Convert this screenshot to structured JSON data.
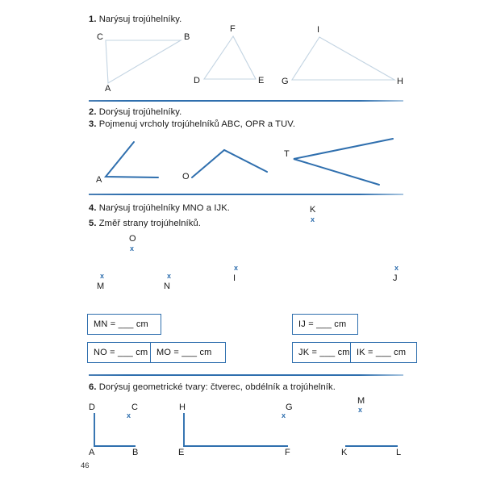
{
  "page": {
    "number": "46",
    "accent_color": "#2f6fae",
    "faint_color": "#c3d4e2"
  },
  "exercises": [
    {
      "num": "1.",
      "text": "Narýsuj trojúhelníky."
    },
    {
      "num": "2.",
      "text": "Dorýsuj trojúhelníky."
    },
    {
      "num": "3.",
      "text": "Pojmenuj vrcholy trojúhelníků ABC, OPR a TUV."
    },
    {
      "num": "4.",
      "text": "Narýsuj trojúhelníky MNO a IJK."
    },
    {
      "num": "5.",
      "text": "Změř strany trojúhelníků."
    },
    {
      "num": "6.",
      "text": "Dorýsuj geometrické tvary: čtverec, obdélník a trojúhelník."
    }
  ],
  "section1": {
    "triangles": [
      {
        "name": "triangle-abc",
        "vertices": [
          "C",
          "B",
          "A"
        ]
      },
      {
        "name": "triangle-def",
        "vertices": [
          "F",
          "D",
          "E"
        ]
      },
      {
        "name": "triangle-ghi",
        "vertices": [
          "I",
          "G",
          "H"
        ]
      }
    ],
    "labels": {
      "C": "C",
      "B": "B",
      "A": "A",
      "F": "F",
      "D": "D",
      "E": "E",
      "I": "I",
      "G": "G",
      "H": "H"
    }
  },
  "section3": {
    "angles": [
      {
        "name": "angle-a",
        "vertex_label": "A"
      },
      {
        "name": "angle-o",
        "vertex_label": "O"
      },
      {
        "name": "angle-t",
        "vertex_label": "T"
      }
    ]
  },
  "section45": {
    "points": [
      {
        "label": "K",
        "mark": "x",
        "mark_position": "below"
      },
      {
        "label": "O",
        "mark": "x",
        "mark_position": "below"
      },
      {
        "label": "M",
        "mark": "x",
        "mark_position": "above"
      },
      {
        "label": "N",
        "mark": "x",
        "mark_position": "above"
      },
      {
        "label": "I",
        "mark": "x",
        "mark_position": "above"
      },
      {
        "label": "J",
        "mark": "x",
        "mark_position": "above"
      }
    ],
    "measure_boxes": [
      {
        "name": "box-mn",
        "text": "MN = ___ cm"
      },
      {
        "name": "box-no",
        "text": "NO = ___ cm"
      },
      {
        "name": "box-mo",
        "text": "MO = ___ cm"
      },
      {
        "name": "box-ij",
        "text": "IJ = ___ cm"
      },
      {
        "name": "box-jk",
        "text": "JK = ___ cm"
      },
      {
        "name": "box-ik",
        "text": "IK = ___ cm"
      }
    ]
  },
  "section6": {
    "shapes": [
      {
        "name": "shape-square",
        "labels": [
          "D",
          "C",
          "A",
          "B"
        ],
        "marked": "C"
      },
      {
        "name": "shape-rectangle",
        "labels": [
          "H",
          "G",
          "E",
          "F"
        ],
        "marked": "G"
      },
      {
        "name": "shape-triangle",
        "labels": [
          "M",
          "K",
          "L"
        ],
        "marked": "M"
      }
    ],
    "labels": {
      "D": "D",
      "C": "C",
      "A": "A",
      "B": "B",
      "H": "H",
      "G": "G",
      "E": "E",
      "F": "F",
      "M": "M",
      "K": "K",
      "L": "L"
    }
  },
  "marks": {
    "x": "x"
  }
}
